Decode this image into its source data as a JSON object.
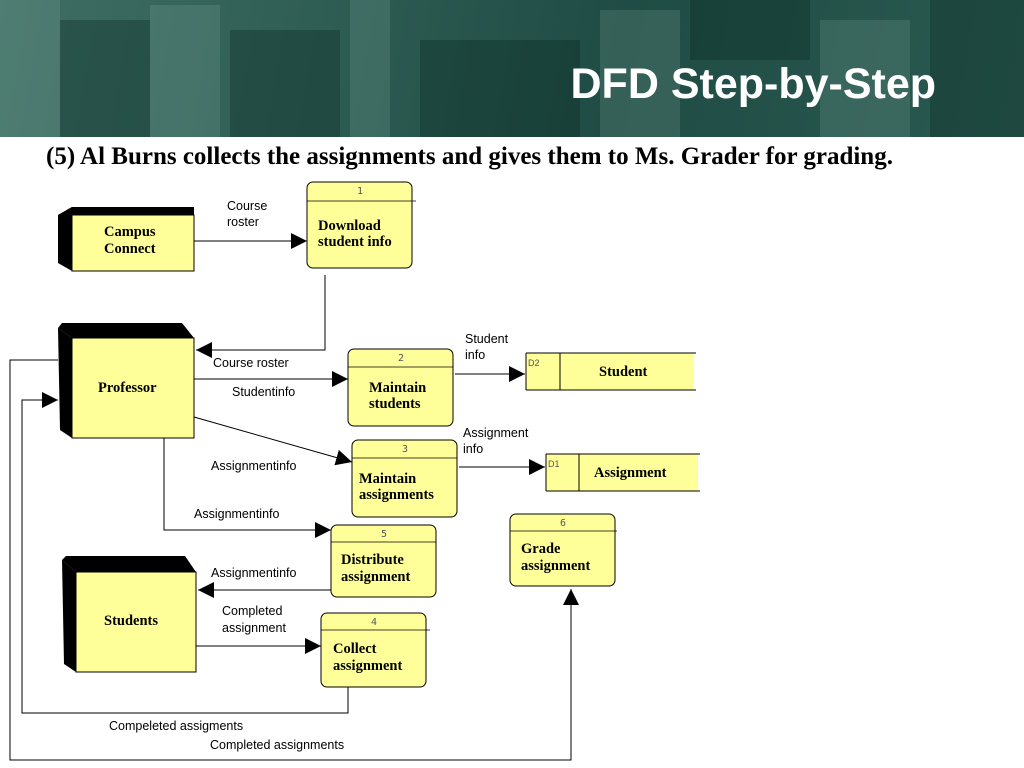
{
  "slide": {
    "title": "DFD Step-by-Step",
    "bullet": "(5) Al Burns collects the assignments and gives them to Ms. Grader for grading."
  },
  "colors": {
    "fill": "#ffff99",
    "header": "#2f5e55"
  },
  "entities": {
    "campus": {
      "label_1": "Campus",
      "label_2": "Connect"
    },
    "professor": {
      "label": "Professor"
    },
    "students": {
      "label": "Students"
    }
  },
  "processes": {
    "p1": {
      "num": "1",
      "line_1": "Download",
      "line_2": "student info"
    },
    "p2": {
      "num": "2",
      "line_1": "Maintain",
      "line_2": "students"
    },
    "p3": {
      "num": "3",
      "line_1": "Maintain",
      "line_2": "assignments"
    },
    "p5": {
      "num": "5",
      "line_1": "Distribute",
      "line_2": "assignment"
    },
    "p4": {
      "num": "4",
      "line_1": "Collect",
      "line_2": "assignment"
    },
    "p6": {
      "num": "6",
      "line_1": "Grade",
      "line_2": "assignment"
    }
  },
  "stores": {
    "d2": {
      "id": "D2",
      "name": "Student"
    },
    "d1": {
      "id": "D1",
      "name": "Assignment"
    }
  },
  "flows": {
    "course_roster_1": {
      "line_1": "Course",
      "line_2": "roster"
    },
    "course_roster_2": "Course roster",
    "student_info_1": "Studentinfo",
    "student_info_2": {
      "line_1": "Student",
      "line_2": "info"
    },
    "assignment_info_1": "Assignmentinfo",
    "assignment_info_2": {
      "line_1": "Assignment",
      "line_2": "info"
    },
    "assignment_info_3": "Assignmentinfo",
    "assignment_info_4": "Assignmentinfo",
    "completed_assignment": {
      "line_1": "Completed",
      "line_2": "assignment"
    },
    "compeleted_assigments": "Compeleted assigments",
    "completed_assignments": "Completed assignments"
  }
}
